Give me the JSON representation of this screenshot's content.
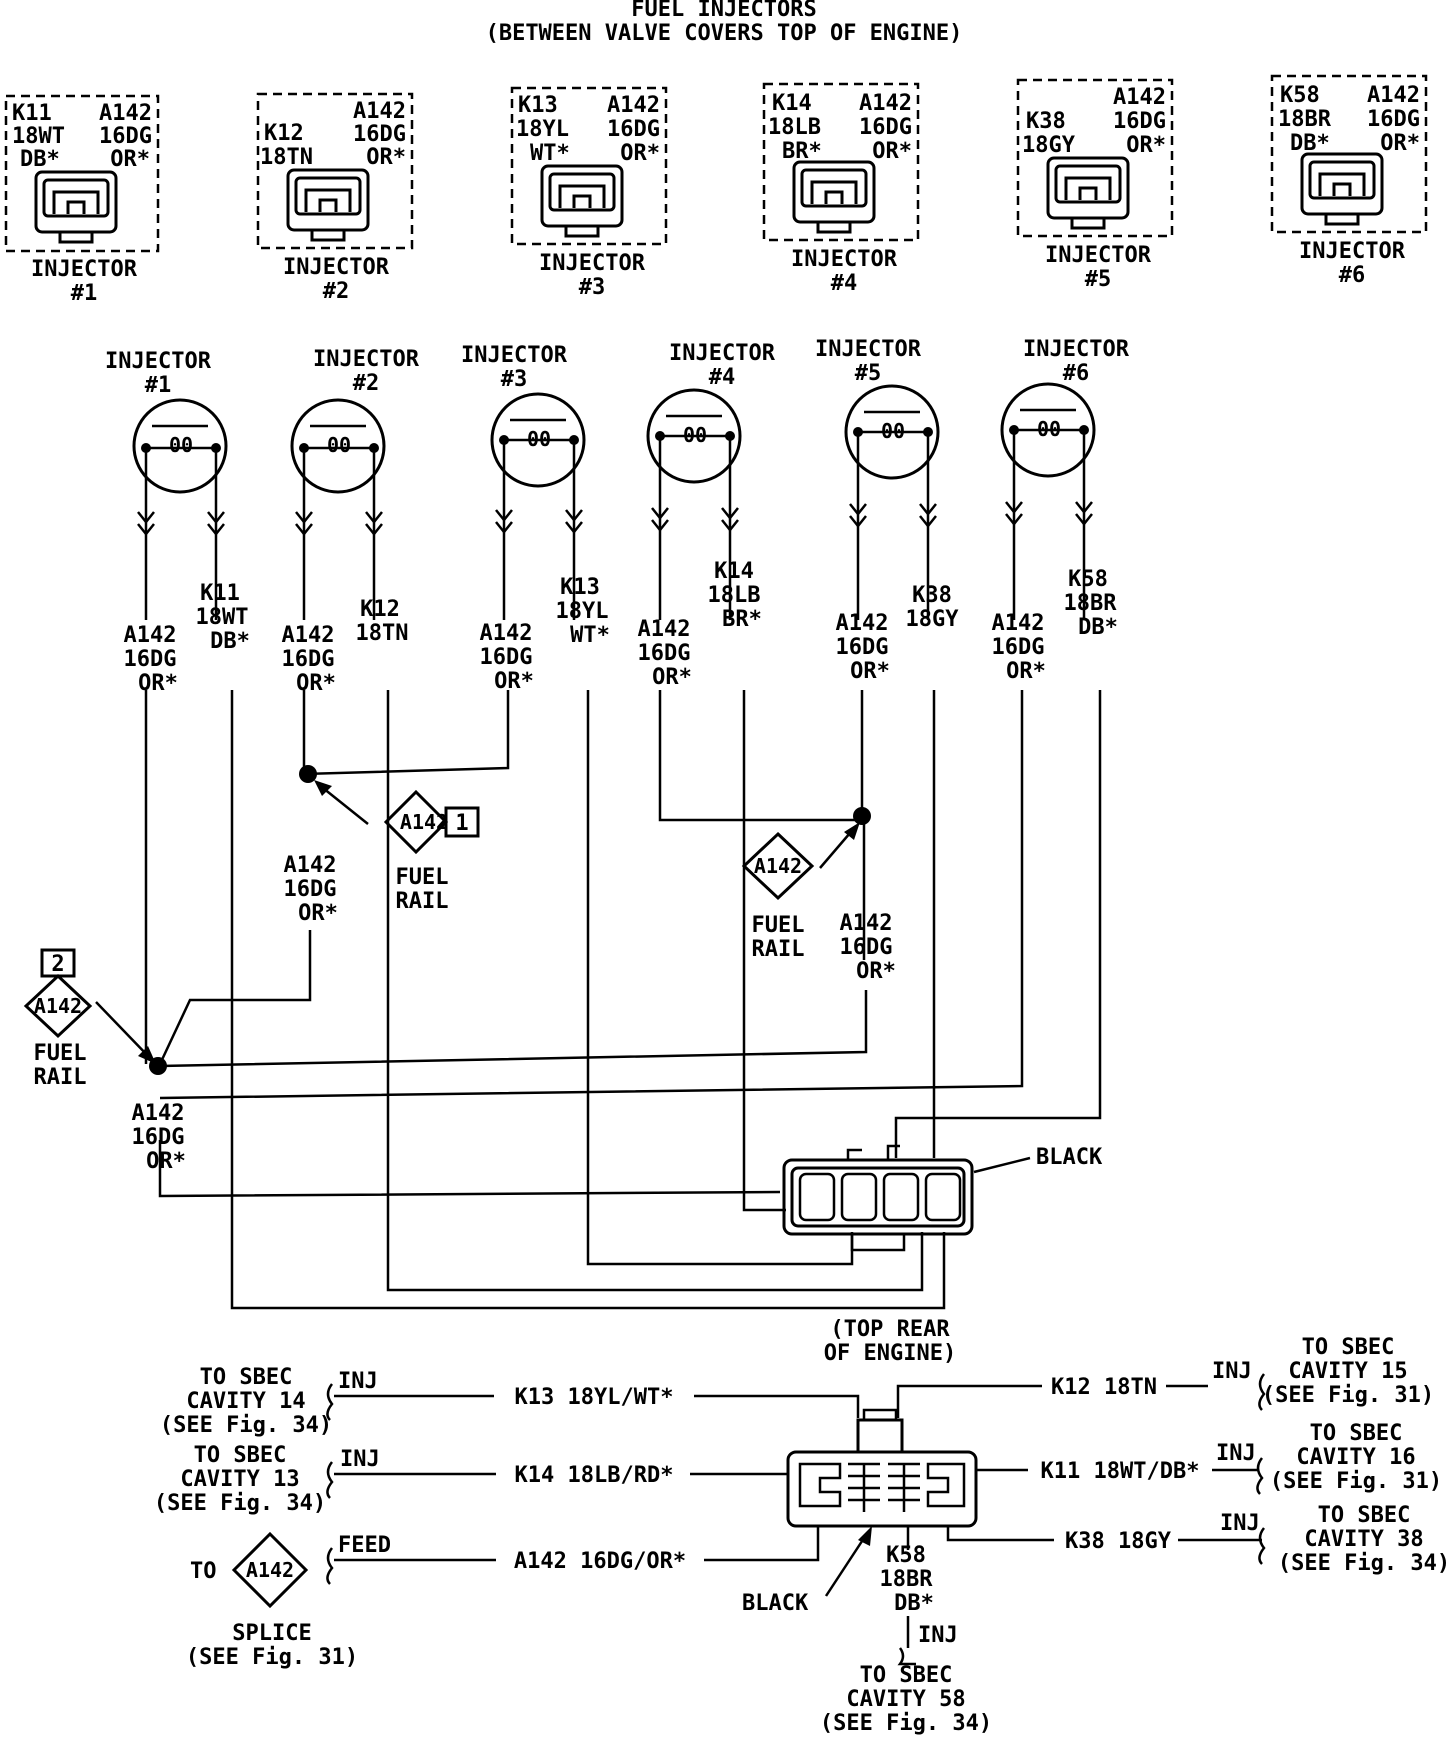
{
  "header": {
    "title": "FUEL INJECTORS",
    "subtitle": "(BETWEEN VALVE COVERS TOP OF ENGINE)"
  },
  "connectors": [
    {
      "left_circuit": "K11",
      "left_gauge": "18WT",
      "left_tracer": "DB*",
      "right_circuit": "A142",
      "right_gauge": "16DG",
      "right_tracer": "OR*",
      "caption": "INJECTOR",
      "number": "#1"
    },
    {
      "left_circuit": "K12",
      "left_gauge": "18TN",
      "left_tracer": "",
      "right_circuit": "A142",
      "right_gauge": "16DG",
      "right_tracer": "OR*",
      "caption": "INJECTOR",
      "number": "#2"
    },
    {
      "left_circuit": "K13",
      "left_gauge": "18YL",
      "left_tracer": "WT*",
      "right_circuit": "A142",
      "right_gauge": "16DG",
      "right_tracer": "OR*",
      "caption": "INJECTOR",
      "number": "#3"
    },
    {
      "left_circuit": "K14",
      "left_gauge": "18LB",
      "left_tracer": "BR*",
      "right_circuit": "A142",
      "right_gauge": "16DG",
      "right_tracer": "OR*",
      "caption": "INJECTOR",
      "number": "#4"
    },
    {
      "left_circuit": "K38",
      "left_gauge": "18GY",
      "left_tracer": "",
      "right_circuit": "A142",
      "right_gauge": "16DG",
      "right_tracer": "OR*",
      "caption": "INJECTOR",
      "number": "#5"
    },
    {
      "left_circuit": "K58",
      "left_gauge": "18BR",
      "left_tracer": "DB*",
      "right_circuit": "A142",
      "right_gauge": "16DG",
      "right_tracer": "OR*",
      "caption": "INJECTOR",
      "number": "#6"
    }
  ],
  "injectors": [
    {
      "caption": "INJECTOR",
      "number": "#1",
      "symbol": "00"
    },
    {
      "caption": "INJECTOR",
      "number": "#2",
      "symbol": "00"
    },
    {
      "caption": "INJECTOR",
      "number": "#3",
      "symbol": "00"
    },
    {
      "caption": "INJECTOR",
      "number": "#4",
      "symbol": "00"
    },
    {
      "caption": "INJECTOR",
      "number": "#5",
      "symbol": "00"
    },
    {
      "caption": "INJECTOR",
      "number": "#6",
      "symbol": "00"
    }
  ],
  "wire_labels": {
    "feed": [
      "A142",
      "16DG",
      "OR*"
    ],
    "k11": [
      "K11",
      "18WT",
      "DB*"
    ],
    "k12": [
      "K12",
      "18TN"
    ],
    "k13": [
      "K13",
      "18YL",
      "WT*"
    ],
    "k14": [
      "K14",
      "18LB",
      "BR*"
    ],
    "k38": [
      "K38",
      "18GY"
    ],
    "k58": [
      "K58",
      "18BR",
      "DB*"
    ]
  },
  "splices": {
    "label": "A142",
    "ref_one": "1",
    "ref_two": "2",
    "fuel_rail": [
      "FUEL",
      "RAIL"
    ]
  },
  "harness_connector": {
    "color_label": "BLACK"
  },
  "bottom_connector": {
    "location": [
      "(TOP REAR",
      "OF ENGINE)"
    ],
    "color_label": "BLACK",
    "k58_label": [
      "K58",
      "18BR",
      "DB*"
    ],
    "k58_inj": "INJ",
    "k58_dest": [
      "TO SBEC",
      "CAVITY 58",
      "(SEE Fig. 34)"
    ]
  },
  "left_circuits": [
    {
      "wire": "K13 18YL/WT*",
      "tag": "INJ",
      "dest": [
        "TO SBEC",
        "CAVITY 14",
        "(SEE Fig. 34)"
      ]
    },
    {
      "wire": "K14 18LB/RD*",
      "tag": "INJ",
      "dest": [
        "TO SBEC",
        "CAVITY 13",
        "(SEE Fig. 34)"
      ]
    },
    {
      "wire": "A142 16DG/OR*",
      "tag": "FEED",
      "dest_prefix": "TO",
      "diamond": "A142",
      "dest": [
        "SPLICE",
        "(SEE Fig. 31)"
      ]
    }
  ],
  "right_circuits": [
    {
      "wire": "K12 18TN",
      "tag": "INJ",
      "dest": [
        "TO SBEC",
        "CAVITY 15",
        "(SEE Fig. 31)"
      ]
    },
    {
      "wire": "K11 18WT/DB*",
      "tag": "INJ",
      "dest": [
        "TO SBEC",
        "CAVITY 16",
        "(SEE Fig. 31)"
      ]
    },
    {
      "wire": "K38 18GY",
      "tag": "INJ",
      "dest": [
        "TO SBEC",
        "CAVITY 38",
        "(SEE Fig. 34)"
      ]
    }
  ]
}
